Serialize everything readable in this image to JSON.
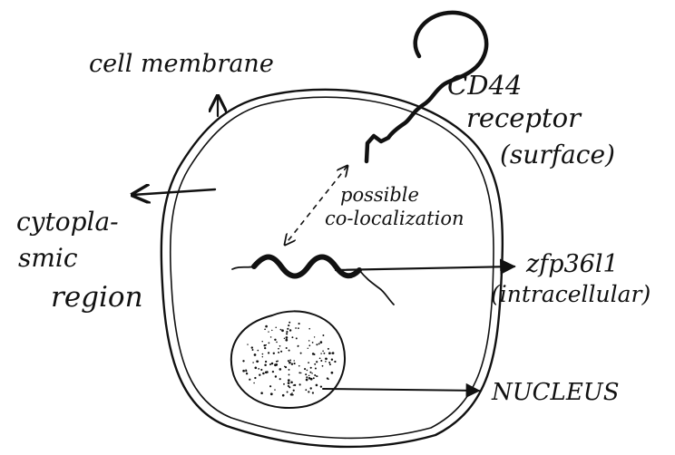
{
  "labels": {
    "cell_membrane": "cell membrane",
    "cd44_line1": "CD44",
    "cd44_line2": "receptor",
    "cd44_line3": "(surface)",
    "possible_line1": "possible",
    "possible_line2": "co-localization",
    "cytoplasmic_line1": "cytopla-",
    "cytoplasmic_line2": "smic",
    "cytoplasmic_line3": "region",
    "zfp_line1": "zfp36l1",
    "zfp_line2": "(intracellular)",
    "nucleus": "NUCLEUS"
  },
  "colors": {
    "ink": "#111111",
    "background": "#ffffff"
  }
}
